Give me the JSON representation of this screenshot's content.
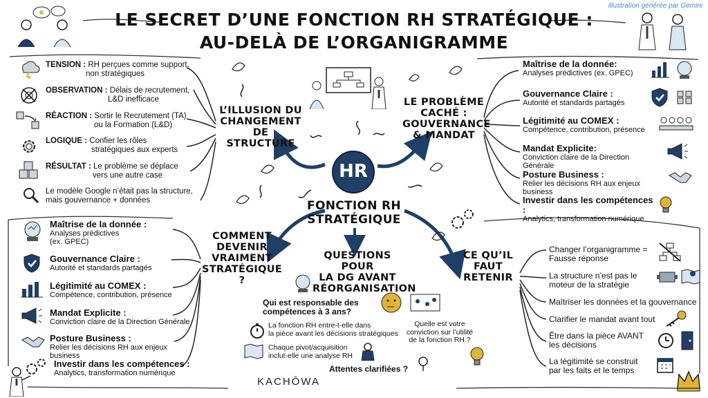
{
  "credit": "illustration générée par Gemini",
  "title": {
    "line1": "LE SECRET D’UNE FONCTION RH STRATÉGIQUE :",
    "line2": "AU-DELÀ DE L’ORGANIGRAMME"
  },
  "center": {
    "logo": "HR",
    "line1": "FONCTION RH",
    "line2": "STRATÉGIQUE"
  },
  "branches": {
    "illusion": [
      "L’ILLUSION DU",
      "CHANGEMENT DE",
      "STRUCTURE"
    ],
    "probleme": [
      "LE PROBLÈME",
      "CACHÉ :",
      "GOUVERNANCE",
      "& MANDAT"
    ],
    "devenir": [
      "COMMENT",
      "DEVENIR",
      "VRAIMENT",
      "STRATÉGIQUE ?"
    ],
    "questions": [
      "QUESTIONS POUR",
      "LA DG AVANT",
      "RÉORGANISATION"
    ],
    "retenir": [
      "CE QU’IL",
      "FAUT",
      "RETENIR"
    ]
  },
  "illusion_items": [
    {
      "label": "TENSION :",
      "text1": "RH perçues comme support,",
      "text2": "non stratégiques"
    },
    {
      "label": "OBSERVATION :",
      "text1": "Délais de recrutement,",
      "text2": "L&D inefficace"
    },
    {
      "label": "RÉACTION :",
      "text1": "Sortir le Recrutement (TA)",
      "text2": "ou la Formation (L&D)"
    },
    {
      "label": "LOGIQUE :",
      "text1": "Confier les rôles",
      "text2": "stratégiques aux experts"
    },
    {
      "label": "RÉSULTAT :",
      "text1": "Le problème se déplace",
      "text2": "vers une autre case"
    },
    {
      "label": "",
      "text1": "Le modèle Google n’était pas la structure,",
      "text2": "mais gouvernance + données"
    }
  ],
  "probleme_items": [
    {
      "head": "Maîtrise de la donnée:",
      "sub": "Analyses prédictives (ex. GPEC)"
    },
    {
      "head": "Gouvernance Claire :",
      "sub": "Autorité et standards partagés"
    },
    {
      "head": "Légitimité au COMEX :",
      "sub": "Compétence, contribution, présence"
    },
    {
      "head": "Mandat Explicite:",
      "sub": "Conviction claire de la Direction Générale"
    },
    {
      "head": "Posture Business :",
      "sub": "Relier les décisions RH aux enjeux business"
    },
    {
      "head": "Investir dans les compétences :",
      "sub": "Analytics, transformation numérique"
    }
  ],
  "devenir_items": [
    {
      "head": "Maîtrise de la donnée :",
      "sub1": "Analyses prédictives",
      "sub2": "(ex. GPEC)"
    },
    {
      "head": "Gouvernance Claire :",
      "sub1": "Autorité et standards partagés",
      "sub2": ""
    },
    {
      "head": "Légitimité au COMEX :",
      "sub1": "Compétence, contribution, présence",
      "sub2": ""
    },
    {
      "head": "Mandat Explicite :",
      "sub1": "Conviction claire de la Direction Générale",
      "sub2": ""
    },
    {
      "head": "Posture Business :",
      "sub1": "Relier les décisions RH aux enjeux business",
      "sub2": ""
    },
    {
      "head": "Investir dans les compétences :",
      "sub1": "Analytics, transformation numérique",
      "sub2": ""
    }
  ],
  "questions_items": {
    "q1": [
      "Qui est responsable des",
      "compétences à 3 ans?"
    ],
    "q2": [
      "La fonction RH entre-t-elle dans",
      "la pièce avant les décisions stratégiques"
    ],
    "q3": [
      "Quelle est votre",
      "conviction sur l’utilité",
      "de la fonction RH ?"
    ],
    "q4": [
      "Chaque pivot/acquisition",
      "inclut-elle une analyse RH"
    ],
    "q5": "Attentes clarifiées ?"
  },
  "retenir_items": [
    [
      "Changer l’organigramme =",
      "Fausse réponse"
    ],
    [
      "La structure n’est pas le",
      "moteur de la stratégie"
    ],
    [
      "Maîtriser les données et la gouvernance"
    ],
    [
      "Clarifier le mandat avant tout"
    ],
    [
      "Être dans la pièce AVANT",
      "les décisions"
    ],
    [
      "La légitimité se construit",
      "par les faits et le temps"
    ]
  ],
  "brand": "KACHŌWA",
  "colors": {
    "navy": "#1f3f66",
    "ink": "#111111",
    "credit": "#4a86c5",
    "gold": "#e0b43a",
    "blue_accent": "#3b6aa0"
  }
}
